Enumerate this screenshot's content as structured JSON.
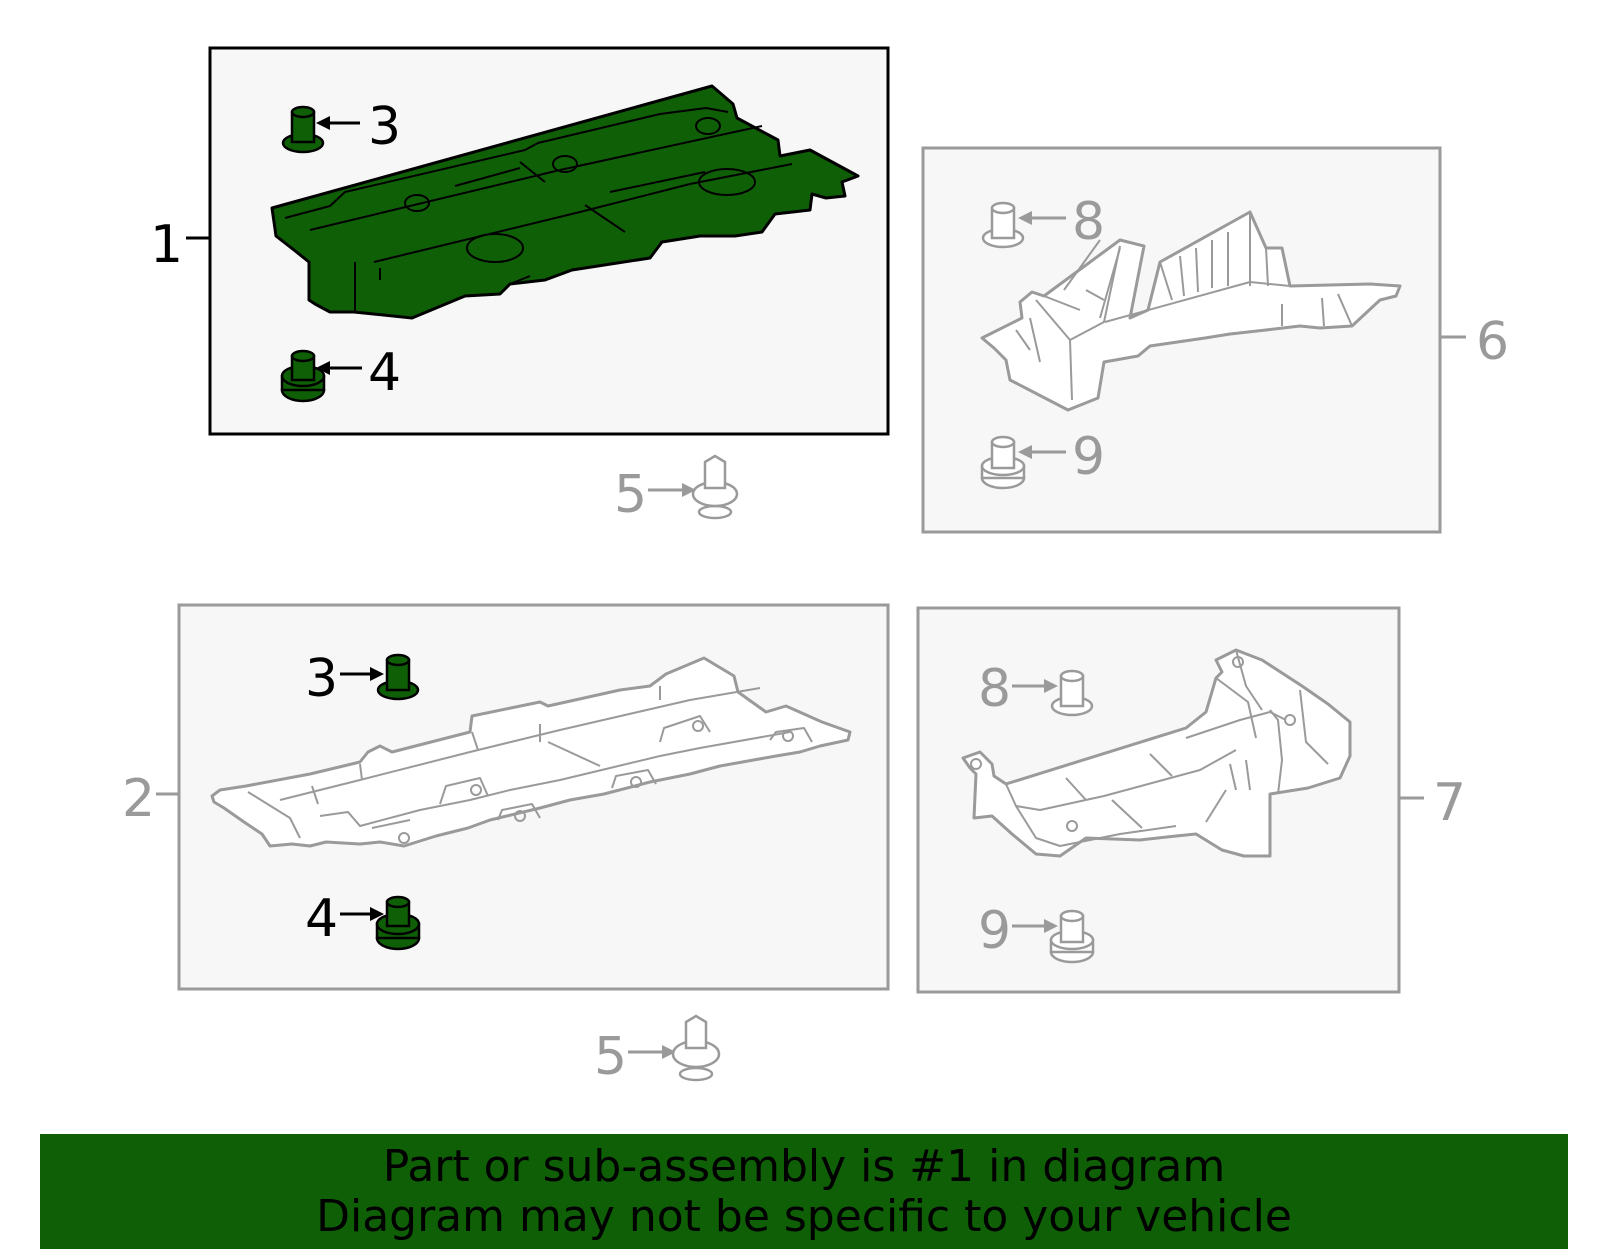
{
  "callouts": {
    "p1": "1",
    "p2": "2",
    "p3a": "3",
    "p3b": "3",
    "p4a": "4",
    "p4b": "4",
    "p5a": "5",
    "p5b": "5",
    "p6": "6",
    "p7": "7",
    "p8a": "8",
    "p8b": "8",
    "p9a": "9",
    "p9b": "9"
  },
  "banner": {
    "line1": "Part or sub-assembly is #1 in diagram",
    "line2": "Diagram may not be specific to your vehicle"
  },
  "colors": {
    "highlight_green": "#0f5f07",
    "grey_line": "#9a9a9a",
    "box_fill": "#f7f7f7",
    "black": "#000000"
  }
}
